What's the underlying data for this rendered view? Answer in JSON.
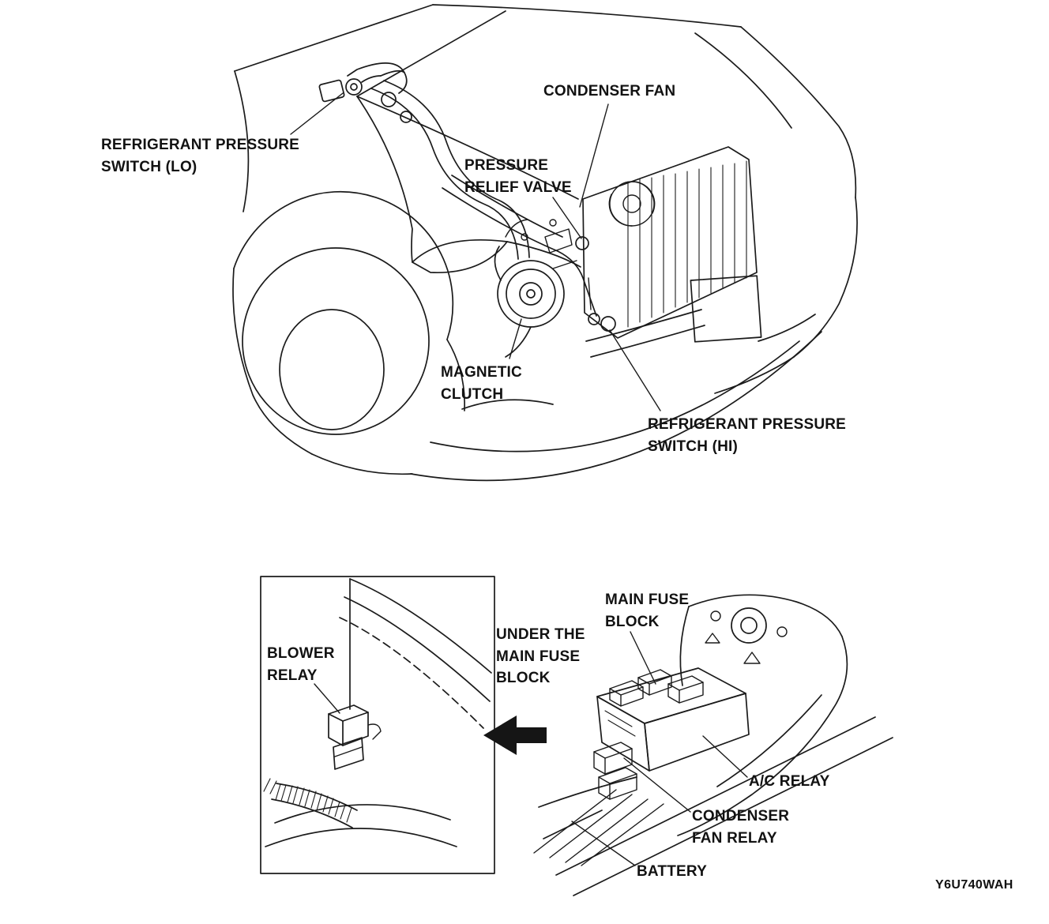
{
  "top_diagram": {
    "labels": {
      "refrigerant_pressure_switch_lo": "REFRIGERANT PRESSURE\nSWITCH (LO)",
      "condenser_fan": "CONDENSER FAN",
      "pressure_relief_valve": "PRESSURE\nRELIEF VALVE",
      "magnetic_clutch": "MAGNETIC\nCLUTCH",
      "refrigerant_pressure_switch_hi": "REFRIGERANT PRESSURE\nSWITCH (HI)"
    }
  },
  "bottom_diagram": {
    "labels": {
      "blower_relay": "BLOWER\nRELAY",
      "under_the_main_fuse_block": "UNDER THE\nMAIN FUSE\nBLOCK",
      "main_fuse_block": "MAIN FUSE\nBLOCK",
      "ac_relay": "A/C RELAY",
      "condenser_fan_relay": "CONDENSER\nFAN RELAY",
      "battery": "BATTERY"
    }
  },
  "figure_code": "Y6U740WAH",
  "colors": {
    "ink": "#1b1b1b",
    "background": "#ffffff"
  }
}
